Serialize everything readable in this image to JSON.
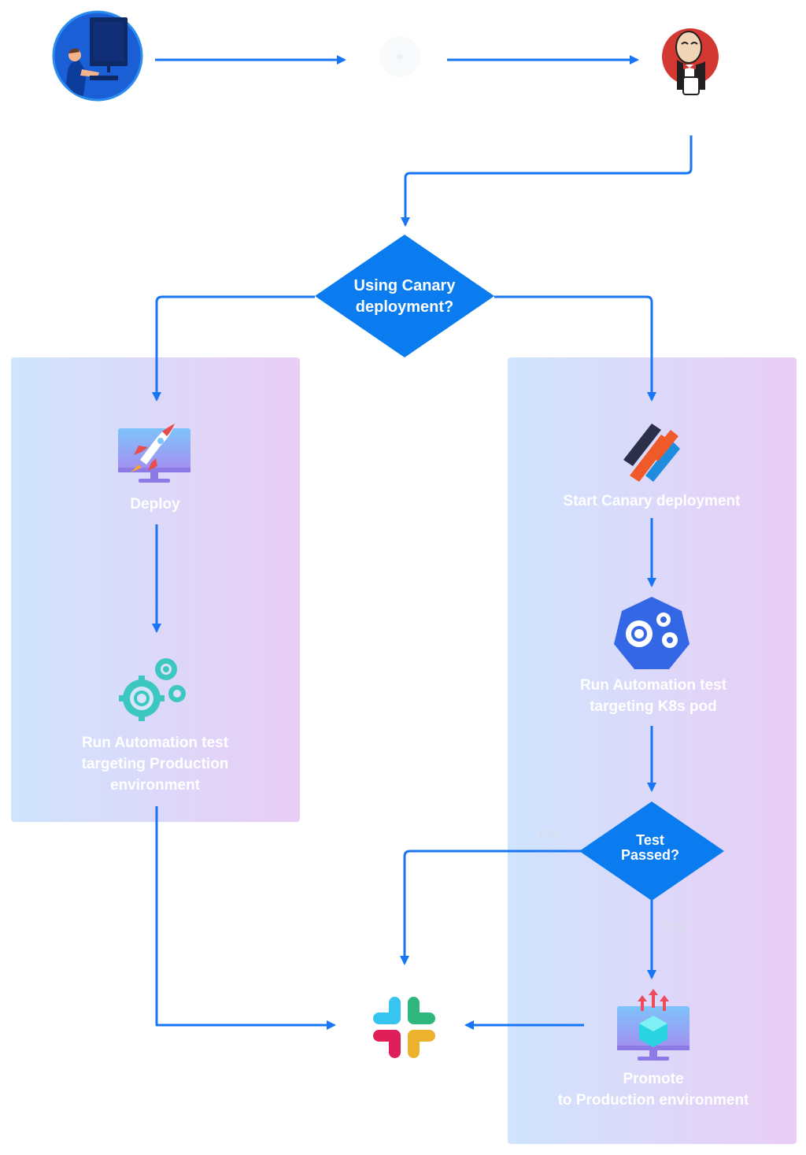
{
  "decisions": {
    "canary": {
      "line1": "Using Canary",
      "line2": "deployment?"
    },
    "test": {
      "line1": "Test",
      "line2": "Passed?"
    }
  },
  "steps": {
    "deploy": "Deploy",
    "run_prod": {
      "line1": "Run Automation test",
      "line2": "targeting Production",
      "line3": "environment"
    },
    "start_canary": "Start Canary deployment",
    "run_k8s": {
      "line1": "Run Automation test",
      "line2": "targeting K8s pod"
    },
    "promote": {
      "line1": "Promote",
      "line2": "to Production environment"
    }
  },
  "edges": {
    "no": "No",
    "yes": "Yes"
  },
  "icons": {
    "developer": "developer-at-computer-icon",
    "git": "git-repository-icon",
    "jenkins": "jenkins-icon",
    "rocket": "rocket-monitor-icon",
    "gears": "gears-icon",
    "istio": "canary-tool-icon",
    "kubernetes": "kubernetes-pod-icon",
    "promote": "promote-monitor-icon",
    "slack": "slack-icon"
  },
  "colors": {
    "flow": "#1976f2",
    "decision": "#0a7cf0",
    "panel_left": "#cfe3fd",
    "panel_right": "#e8cdf6",
    "teal": "#3cc8c0",
    "k8s": "#3467e6"
  }
}
